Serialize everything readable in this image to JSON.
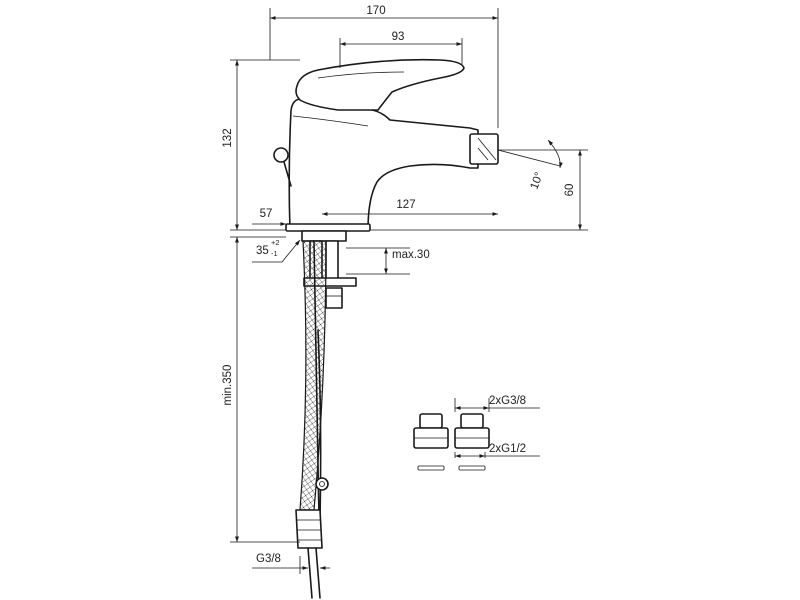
{
  "dimensions": {
    "overall_length": "170",
    "lever_length": "93",
    "height": "132",
    "spout_height": "60",
    "spout_reach": "127",
    "base_offset": "57",
    "spout_angle": "10°",
    "hole_diameter": "35",
    "hole_tol_plus": "+2",
    "hole_tol_minus": "-1",
    "max_deck": "max.30",
    "min_hose_length": "min.350",
    "hose_thread": "G3/8",
    "adapter_upper": "2xG3/8",
    "adapter_lower": "2xG1/2"
  },
  "icons": [
    "bidet-mixer-drawing",
    "flexible-hose-drawing",
    "thread-adapter-drawing"
  ]
}
